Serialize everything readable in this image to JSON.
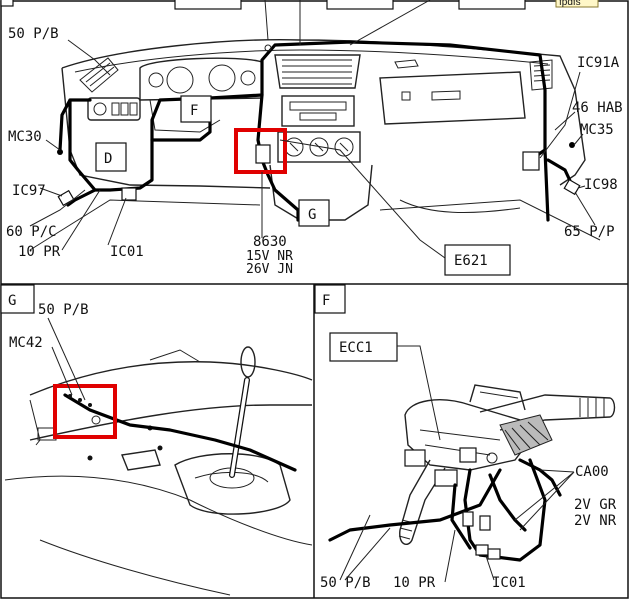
{
  "top_panel": {
    "corner_tag": "fpdfs",
    "labels": {
      "p50pb": "50 P/B",
      "mc30": "MC30",
      "ic97": "IC97",
      "p60pc": "60 P/C",
      "pr10": "10 PR",
      "ic01": "IC01",
      "c8630": "8630",
      "c15vnr": "15V NR",
      "c26vjn": "26V JN",
      "e621": "E621",
      "ic91a": "IC91A",
      "hab46": "46 HAB",
      "mc35": "MC35",
      "ic98": "IC98",
      "pp65": "65 P/P",
      "f": "F",
      "d": "D",
      "g": "G"
    }
  },
  "panel_g": {
    "title": "G",
    "labels": {
      "p50pb": "50 P/B",
      "mc42": "MC42"
    }
  },
  "panel_f": {
    "title": "F",
    "labels": {
      "ecc1": "ECC1",
      "ca00": "CA00",
      "gr2v": "2V GR",
      "nr2v": "2V NR",
      "p50pb": "50 P/B",
      "pr10": "10 PR",
      "ic01": "IC01"
    }
  },
  "colors": {
    "highlight": "#e00000",
    "line": "#000000"
  }
}
